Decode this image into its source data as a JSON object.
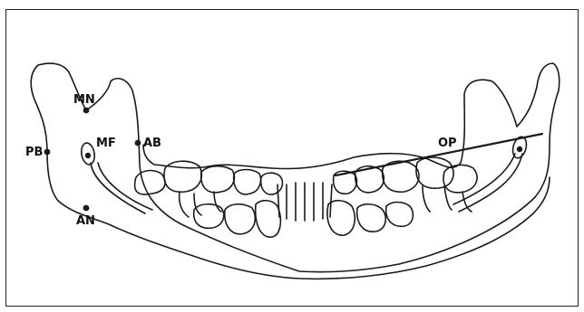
{
  "labels": {
    "mn": "MN",
    "mf": "MF",
    "ab": "AB",
    "pb": "PB",
    "an": "AN",
    "op": "OP"
  },
  "colors": {
    "stroke": "#1a1a1a",
    "background": "#ffffff",
    "frame": "#222222"
  }
}
